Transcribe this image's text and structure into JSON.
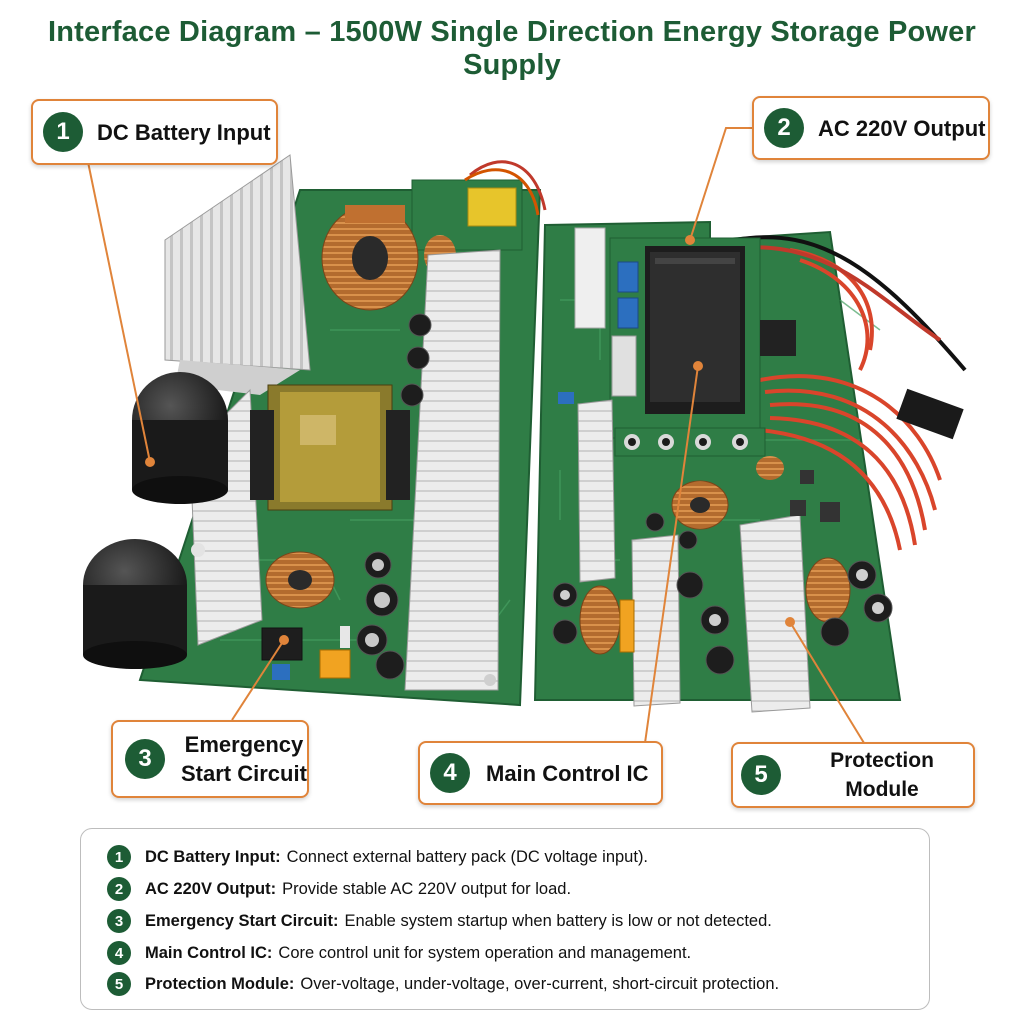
{
  "title": "Interface Diagram – 1500W Single Direction Energy Storage Power Supply",
  "colors": {
    "brand_green": "#1d5c35",
    "callout_border": "#e0843a",
    "pcb_green": "#2f7d46",
    "heatsink": "#e2e2e2"
  },
  "callouts": [
    {
      "num": "1",
      "label": "DC Battery Input"
    },
    {
      "num": "2",
      "label": "AC 220V Output"
    },
    {
      "num": "3",
      "label_line1": "Emergency",
      "label_line2": "Start Circuit"
    },
    {
      "num": "4",
      "label": "Main Control IC"
    },
    {
      "num": "5",
      "label": "Protection Module"
    }
  ],
  "legend": [
    {
      "num": "1",
      "term": "DC Battery Input:",
      "desc": "Connect external battery pack (DC voltage input)."
    },
    {
      "num": "2",
      "term": "AC 220V Output:",
      "desc": "Provide stable AC 220V output for load."
    },
    {
      "num": "3",
      "term": "Emergency Start Circuit:",
      "desc": "Enable system startup when battery is low or not detected."
    },
    {
      "num": "4",
      "term": "Main Control IC:",
      "desc": "Core control unit for system operation and management."
    },
    {
      "num": "5",
      "term": "Protection Module:",
      "desc": "Over-voltage, under-voltage, over-current, short-circuit protection."
    }
  ]
}
